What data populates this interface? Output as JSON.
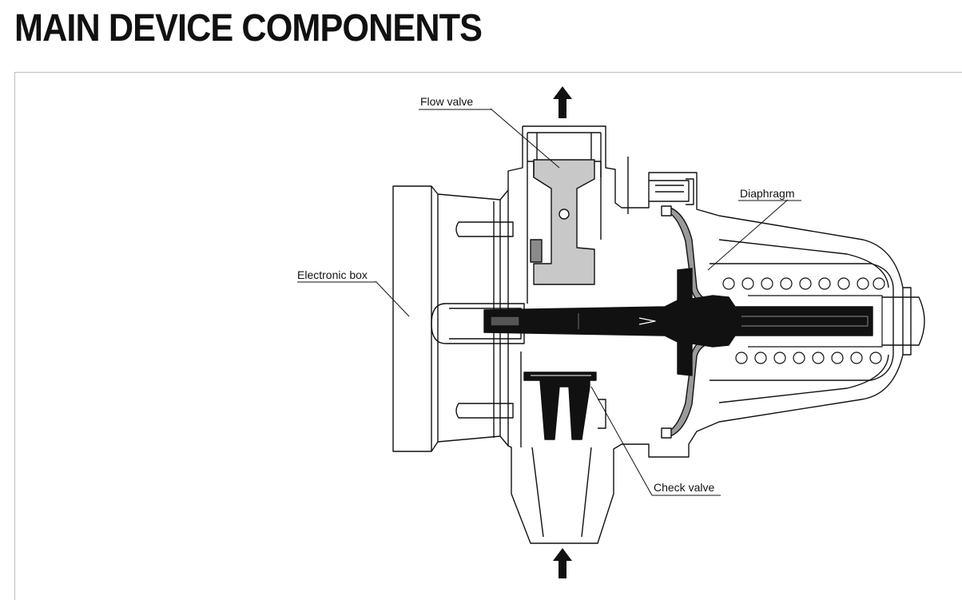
{
  "title": "MAIN DEVICE COMPONENTS",
  "labels": {
    "flow_valve": "Flow valve",
    "diaphragm": "Diaphragm",
    "electronic_box": "Electronic box",
    "check_valve": "Check valve"
  },
  "colors": {
    "ink": "#111111",
    "fill_light": "#c8c8c8",
    "fill_dark": "#111111",
    "frame": "#bdbdbd"
  }
}
